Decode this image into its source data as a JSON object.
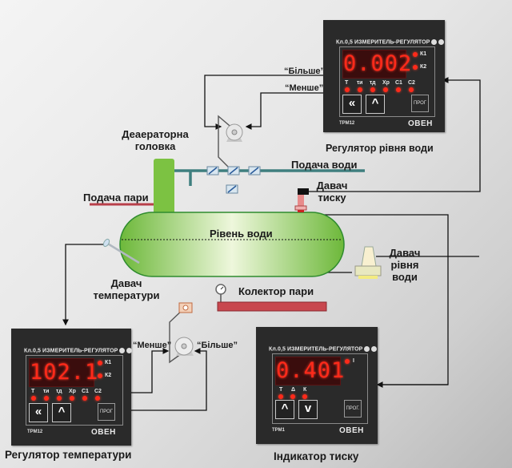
{
  "labels": {
    "deaerator_head": "Деаераторна\nголовка",
    "deaerator_head_l1": "Деаераторна",
    "deaerator_head_l2": "головка",
    "water_supply": "Подача води",
    "steam_supply": "Подача пари",
    "water_level": "Рівень води",
    "pressure_sensor_l1": "Давач",
    "pressure_sensor_l2": "тиску",
    "level_sensor_l1": "Давач",
    "level_sensor_l2": "рівня",
    "level_sensor_l3": "води",
    "temp_sensor_l1": "Давач",
    "temp_sensor_l2": "температури",
    "steam_collector": "Колектор пари",
    "more_top": "“Більше”",
    "less_top": "“Менше”",
    "less_bottom": "“Менше”",
    "more_bottom": "“Більше”"
  },
  "devices": {
    "level_regulator": {
      "header": "Кл.0,5  ИЗМЕРИТЕЛЬ-РЕГУЛЯТОР",
      "display": "0.002",
      "relay_leds": [
        "К1",
        "К2"
      ],
      "leds": [
        "Т",
        "τи",
        "τд",
        "Хр",
        "С1",
        "С2"
      ],
      "buttons": [
        "«",
        "^"
      ],
      "prog": "ПРОГ",
      "model": "ТРМ12",
      "logo": "ОВЕН",
      "caption": "Регулятор рівня води"
    },
    "temp_regulator": {
      "header": "Кл.0,5  ИЗМЕРИТЕЛЬ-РЕГУЛЯТОР",
      "display": "102.1",
      "relay_leds": [
        "К1",
        "К2"
      ],
      "leds": [
        "Т",
        "τи",
        "τд",
        "Хр",
        "С1",
        "С2"
      ],
      "buttons": [
        "«",
        "^"
      ],
      "prog": "ПРОГ",
      "model": "ТРМ12",
      "logo": "ОВЕН",
      "caption": "Регулятор температури"
    },
    "pressure_indicator": {
      "header": "Кл.0,5  ИЗМЕРИТЕЛЬ-РЕГУЛЯТОР",
      "display": "0.401",
      "relay_leds": [
        "I"
      ],
      "leds": [
        "Т",
        "Δ",
        "К"
      ],
      "buttons": [
        "^",
        "v"
      ],
      "prog": "ПРОГ.",
      "model": "ТРМ1",
      "logo": "ОВЕН",
      "caption": "Індикатор тиску"
    }
  },
  "colors": {
    "tank_green": "#7cc242",
    "steam_pipe": "#b8404a",
    "water_pipe": "#3f7f7f",
    "display_red": "#ff2a1a",
    "device_body": "#2a2a2a"
  }
}
